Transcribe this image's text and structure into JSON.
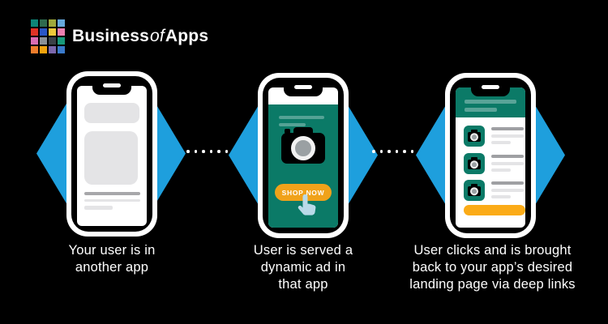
{
  "logo": {
    "name_bold_1": "Business",
    "name_italic": "of",
    "name_bold_2": "Apps",
    "grid_colors": [
      "#0E8577",
      "#2F6B4F",
      "#9FA93B",
      "#66A9DC",
      "#E03226",
      "#2A56C6",
      "#EFC93A",
      "#EC7FB0",
      "#D96CB3",
      "#8C9196",
      "#3B4148",
      "#18997B",
      "#EE7D2C",
      "#F2A30D",
      "#7C68AC",
      "#3A7ACB"
    ]
  },
  "steps": [
    {
      "caption_lines": [
        "Your user is in",
        "another app"
      ]
    },
    {
      "caption_lines": [
        "User is served a",
        "dynamic ad in",
        "that app"
      ],
      "ad_button_label": "SHOP NOW"
    },
    {
      "caption_lines": [
        "User clicks and is brought",
        "back to your app’s desired",
        "landing page via deep links"
      ]
    }
  ],
  "colors": {
    "background": "#000000",
    "arrow_blue": "#1E9FDD",
    "app_teal": "#0B7A67",
    "shop_now_orange": "#F0A21A",
    "cta_orange": "#FBAB17",
    "placeholder_gray": "#E4E4E6",
    "placeholder_gray_dark": "#A7A7AA",
    "hand_cursor_blue": "#B9DAE8"
  }
}
